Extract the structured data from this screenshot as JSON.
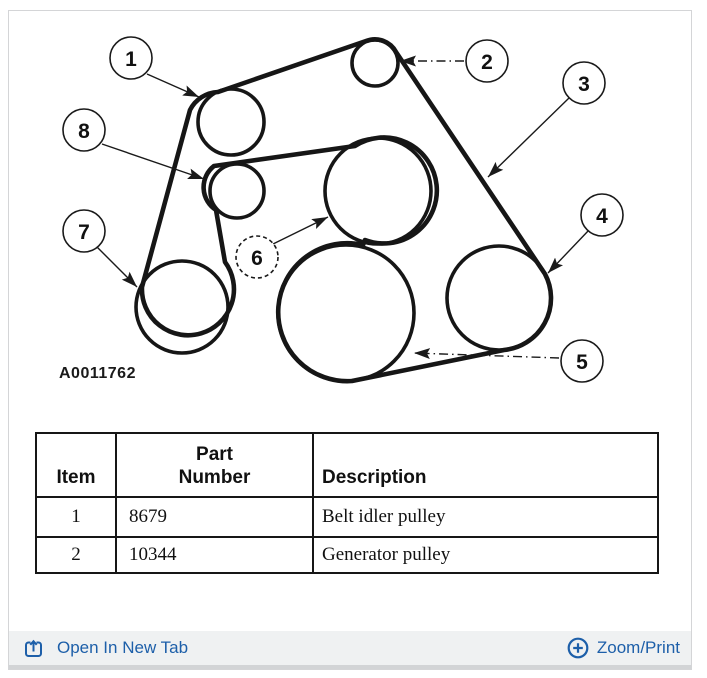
{
  "diagram": {
    "figure_id": "A0011762",
    "callouts": [
      {
        "label": "1"
      },
      {
        "label": "2"
      },
      {
        "label": "3"
      },
      {
        "label": "4"
      },
      {
        "label": "5"
      },
      {
        "label": "6"
      },
      {
        "label": "7"
      },
      {
        "label": "8"
      }
    ]
  },
  "table": {
    "header": {
      "item": "Item",
      "part_line1": "Part",
      "part_line2": "Number",
      "description": "Description"
    },
    "rows": [
      {
        "item": "1",
        "part_number": "8679",
        "description": "Belt idler pulley"
      },
      {
        "item": "2",
        "part_number": "10344",
        "description": "Generator pulley"
      }
    ]
  },
  "footer": {
    "open_in_new_tab": "Open In New Tab",
    "zoom_print": "Zoom/Print"
  },
  "colors": {
    "link_blue": "#1d5fa9",
    "ink": "#161616",
    "footer_bg": "#eff1f2"
  }
}
